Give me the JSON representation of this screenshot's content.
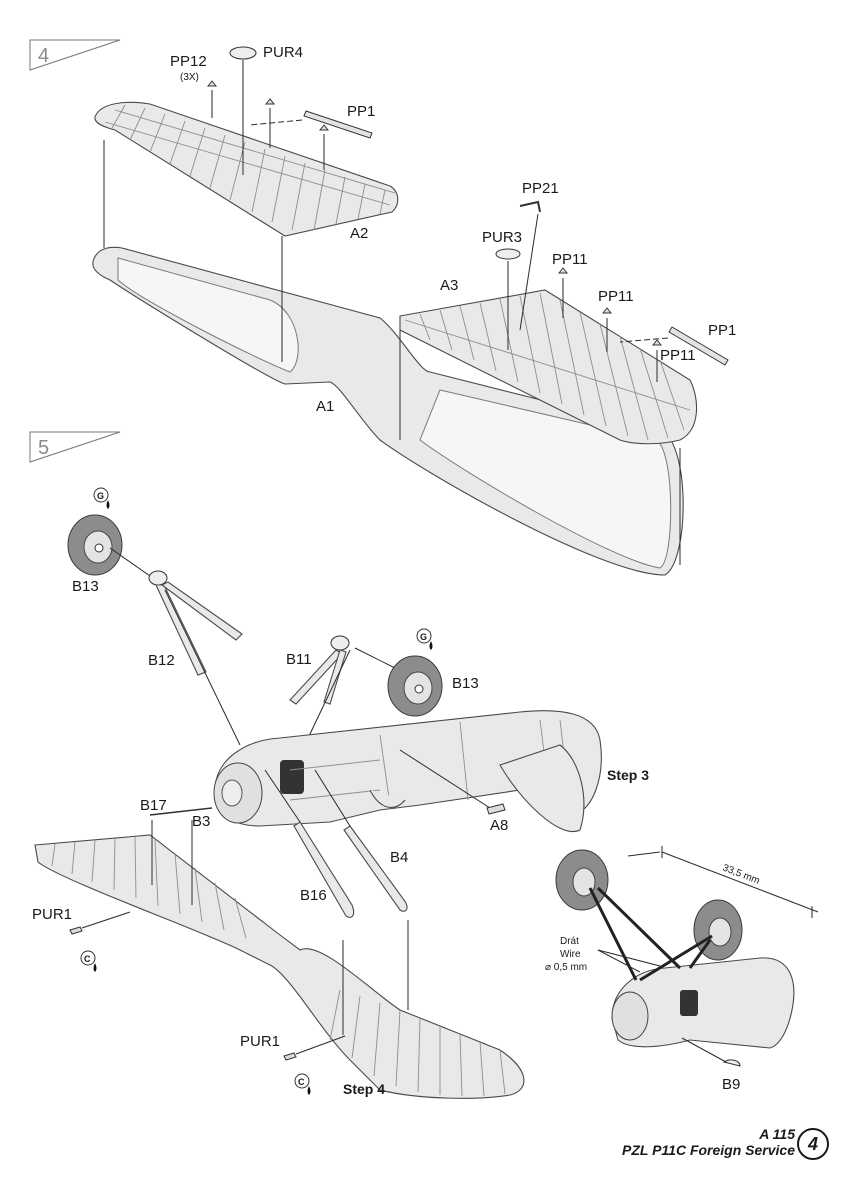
{
  "steps": [
    {
      "number": "4"
    },
    {
      "number": "5"
    }
  ],
  "labels": {
    "pp12": "PP12",
    "pp12_qty": "(3X)",
    "pur4": "PUR4",
    "pp1_a": "PP1",
    "a2": "A2",
    "pp21": "PP21",
    "pur3": "PUR3",
    "pp11_a": "PP11",
    "a3": "A3",
    "pp11_b": "PP11",
    "pp1_b": "PP1",
    "pp11_c": "PP11",
    "a1": "A1",
    "b13_a": "B13",
    "b12": "B12",
    "b11": "B11",
    "b13_b": "B13",
    "step3": "Step 3",
    "b17": "B17",
    "b3": "B3",
    "a8": "A8",
    "b4": "B4",
    "b16": "B16",
    "pur1_a": "PUR1",
    "pur1_b": "PUR1",
    "step4": "Step 4",
    "b9": "B9",
    "dimension": "33,5 mm",
    "wire_cz": "Drát",
    "wire_en": "Wire",
    "wire_size": "⌀ 0,5 mm"
  },
  "paint_callouts": [
    {
      "code": "G"
    },
    {
      "code": "G"
    },
    {
      "code": "C"
    },
    {
      "code": "C"
    }
  ],
  "footer": {
    "kit_code": "A 115",
    "kit_title": "PZL P11C Foreign Service",
    "page_number": "4"
  },
  "colors": {
    "line": "#1a1a1a",
    "part_fill": "#e9e9e9",
    "tire": "#8c8c8c",
    "step_number": "#8a8a8a"
  }
}
